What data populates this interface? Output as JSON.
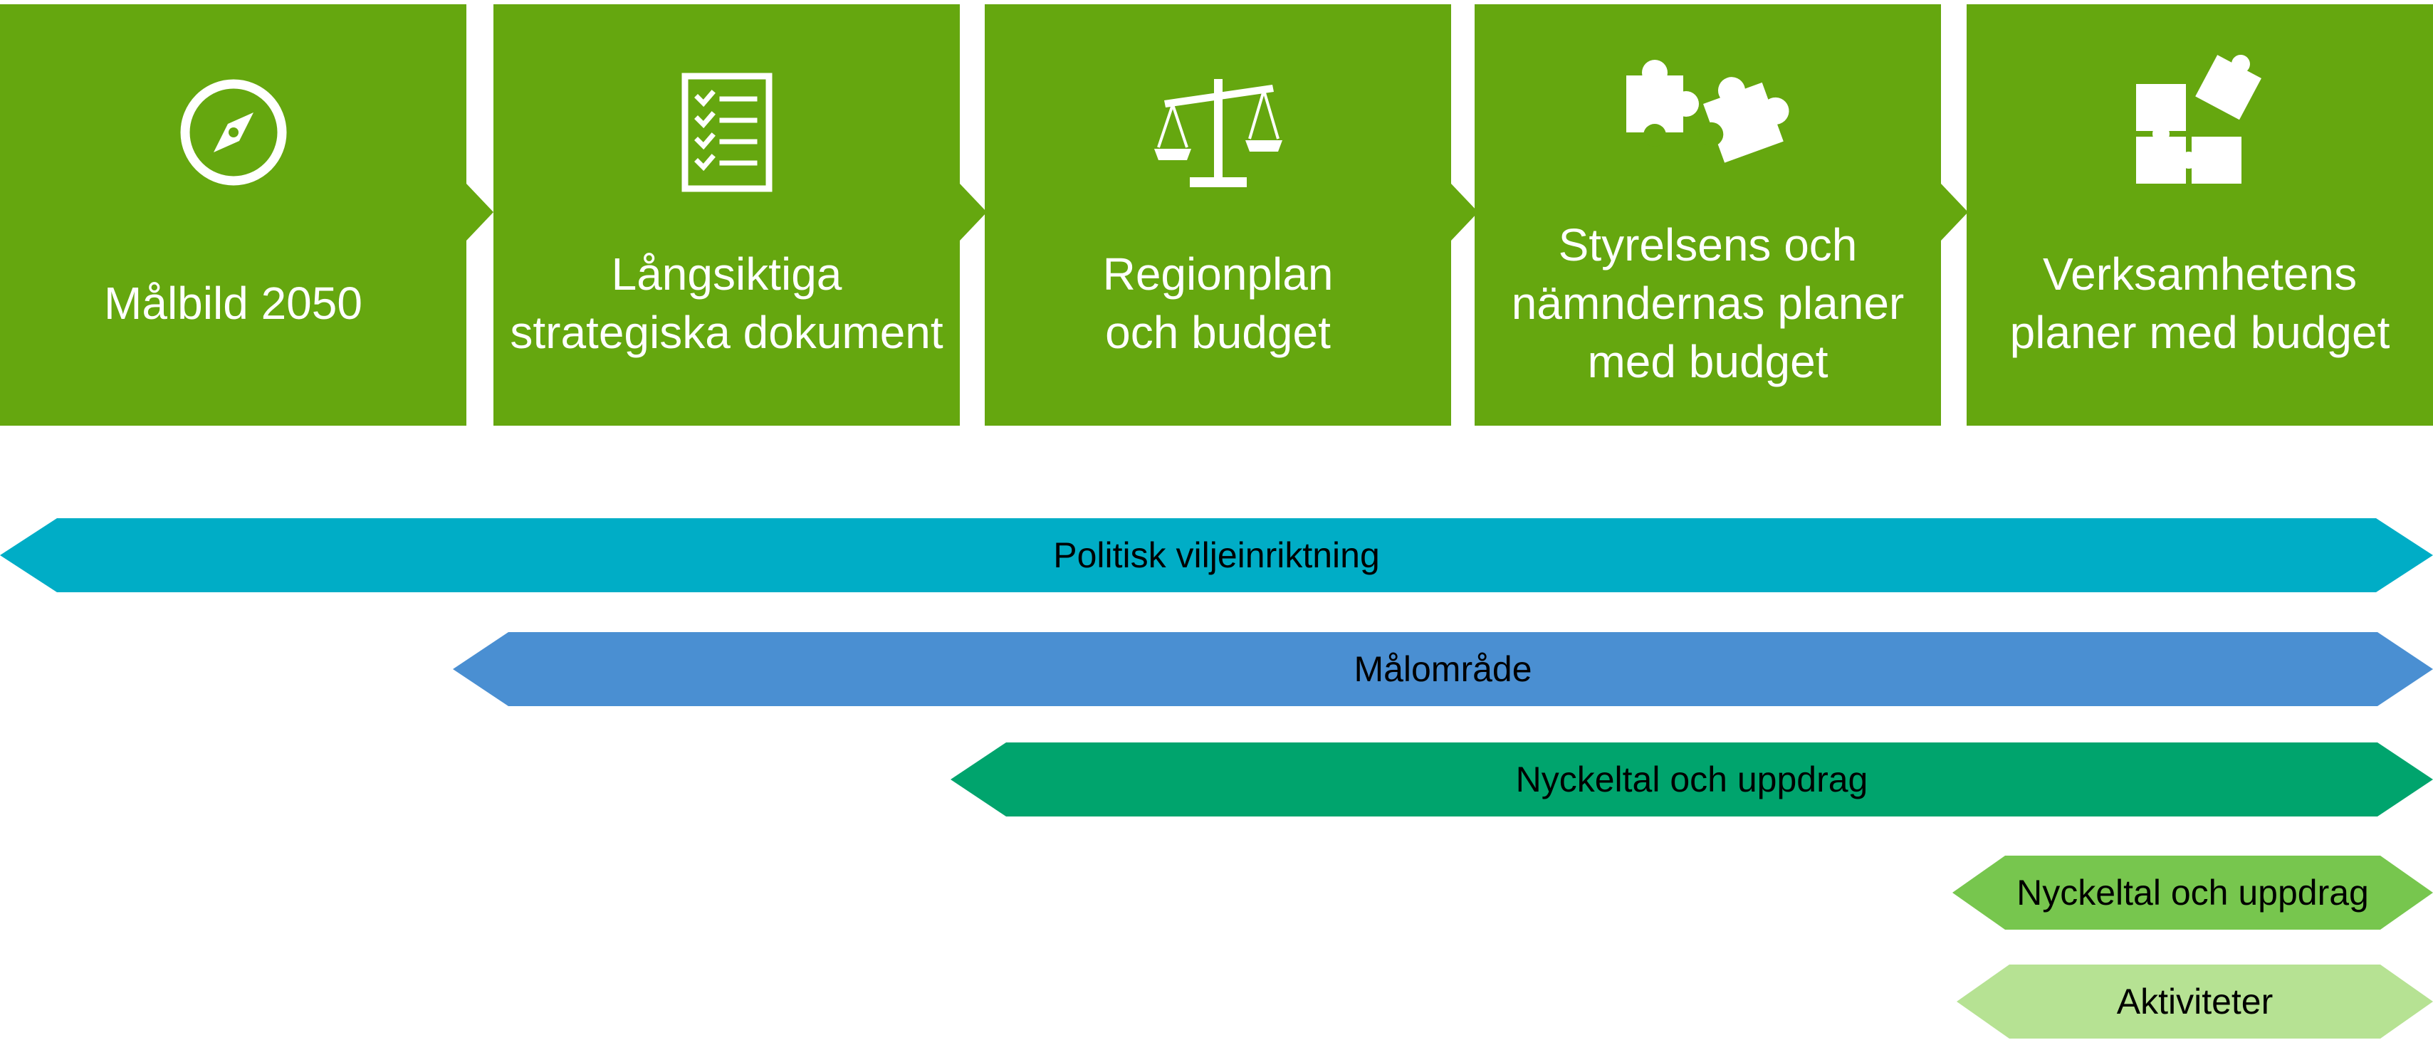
{
  "steps": [
    {
      "label": "Målbild 2050",
      "icon": "compass-icon"
    },
    {
      "label": "Långsiktiga\nstrategiska dokument",
      "icon": "checklist-icon"
    },
    {
      "label": "Regionplan\noch budget",
      "icon": "scales-icon"
    },
    {
      "label": "Styrelsens och\nnämndernas planer\nmed budget",
      "icon": "puzzle-pieces-icon"
    },
    {
      "label": "Verksamhetens\nplaner med budget",
      "icon": "puzzle-assembled-icon"
    }
  ],
  "bands": [
    {
      "label": "Politisk viljeinriktning",
      "color": "#00adc6"
    },
    {
      "label": "Målområde",
      "color": "#4a8fd2"
    },
    {
      "label": "Nyckeltal och uppdrag",
      "color": "#00a46d"
    },
    {
      "label": "Nyckeltal och uppdrag",
      "color": "#77c64e"
    },
    {
      "label": "Aktiviteter",
      "color": "#b6e293"
    }
  ],
  "colors": {
    "step_fill": "#65a70f",
    "text_on_step": "#ffffff"
  }
}
